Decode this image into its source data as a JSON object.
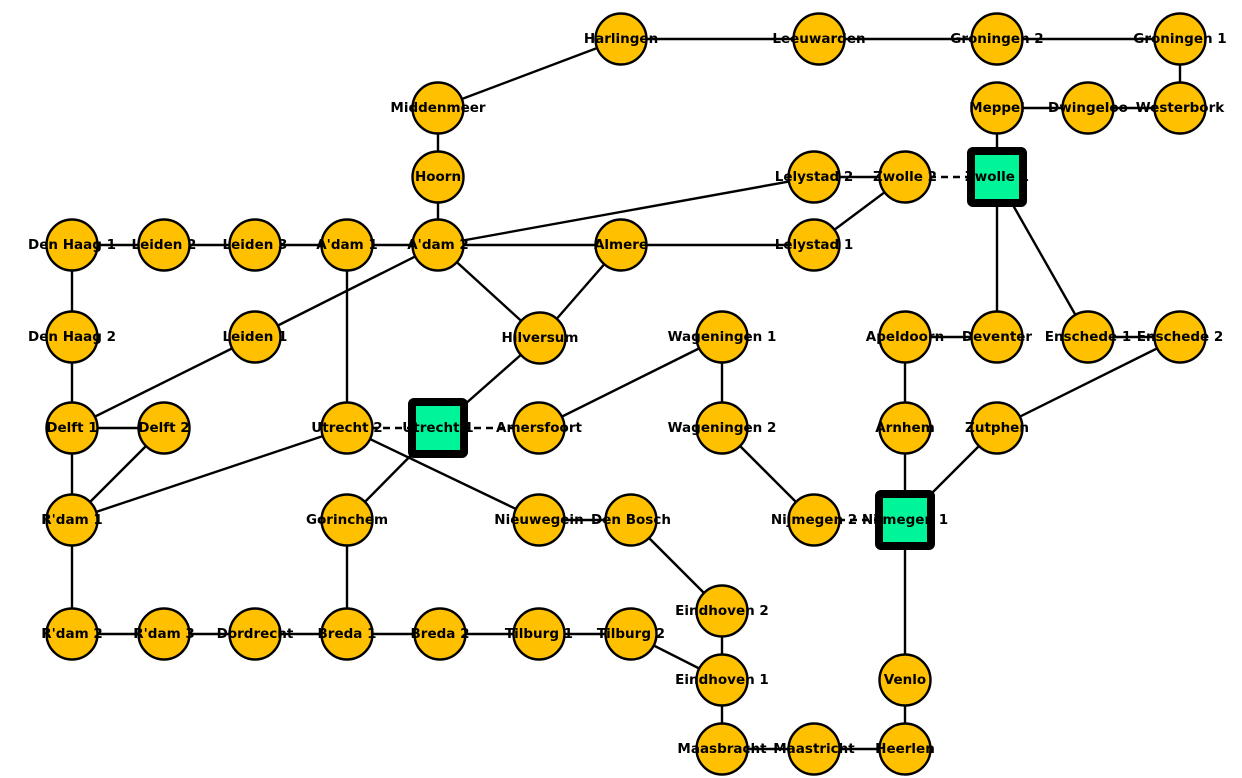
{
  "colors": {
    "station": "#ffc000",
    "hub": "#00f598",
    "line": "#000000"
  },
  "nodes": [
    {
      "id": "harlingen",
      "label": "Harlingen",
      "shape": "circle"
    },
    {
      "id": "leeuwarden",
      "label": "Leeuwarden",
      "shape": "circle"
    },
    {
      "id": "groningen2",
      "label": "Groningen 2",
      "shape": "circle"
    },
    {
      "id": "groningen1",
      "label": "Groningen 1",
      "shape": "circle"
    },
    {
      "id": "middenmeer",
      "label": "Middenmeer",
      "shape": "circle"
    },
    {
      "id": "meppel",
      "label": "Meppel",
      "shape": "circle"
    },
    {
      "id": "dwingeloo",
      "label": "Dwingeloo",
      "shape": "circle"
    },
    {
      "id": "westerbork",
      "label": "Westerbork",
      "shape": "circle"
    },
    {
      "id": "hoorn",
      "label": "Hoorn",
      "shape": "circle"
    },
    {
      "id": "lelystad2",
      "label": "Lelystad 2",
      "shape": "circle"
    },
    {
      "id": "zwolle2",
      "label": "Zwolle 2",
      "shape": "circle"
    },
    {
      "id": "zwolle1",
      "label": "Zwolle 1",
      "shape": "square"
    },
    {
      "id": "denhaag1",
      "label": "Den Haag 1",
      "shape": "circle"
    },
    {
      "id": "leiden2",
      "label": "Leiden 2",
      "shape": "circle"
    },
    {
      "id": "leiden3",
      "label": "Leiden 3",
      "shape": "circle"
    },
    {
      "id": "adam1",
      "label": "A'dam 1",
      "shape": "circle"
    },
    {
      "id": "adam2",
      "label": "A'dam 2",
      "shape": "circle"
    },
    {
      "id": "almere",
      "label": "Almere",
      "shape": "circle"
    },
    {
      "id": "lelystad1",
      "label": "Lelystad 1",
      "shape": "circle"
    },
    {
      "id": "denhaag2",
      "label": "Den Haag 2",
      "shape": "circle"
    },
    {
      "id": "leiden1",
      "label": "Leiden 1",
      "shape": "circle"
    },
    {
      "id": "hilversum",
      "label": "Hilversum",
      "shape": "circle"
    },
    {
      "id": "wageningen1",
      "label": "Wageningen 1",
      "shape": "circle"
    },
    {
      "id": "apeldoorn",
      "label": "Apeldoorn",
      "shape": "circle"
    },
    {
      "id": "deventer",
      "label": "Deventer",
      "shape": "circle"
    },
    {
      "id": "enschede1",
      "label": "Enschede 1",
      "shape": "circle"
    },
    {
      "id": "enschede2",
      "label": "Enschede 2",
      "shape": "circle"
    },
    {
      "id": "delft1",
      "label": "Delft 1",
      "shape": "circle"
    },
    {
      "id": "delft2",
      "label": "Delft 2",
      "shape": "circle"
    },
    {
      "id": "utrecht2",
      "label": "Utrecht 2",
      "shape": "circle"
    },
    {
      "id": "utrecht1",
      "label": "Utrecht 1",
      "shape": "square"
    },
    {
      "id": "amersfoort",
      "label": "Amersfoort",
      "shape": "circle"
    },
    {
      "id": "wageningen2",
      "label": "Wageningen 2",
      "shape": "circle"
    },
    {
      "id": "arnhem",
      "label": "Arnhem",
      "shape": "circle"
    },
    {
      "id": "zutphen",
      "label": "Zutphen",
      "shape": "circle"
    },
    {
      "id": "rdam1",
      "label": "R'dam 1",
      "shape": "circle"
    },
    {
      "id": "gorinchem",
      "label": "Gorinchem",
      "shape": "circle"
    },
    {
      "id": "nieuwegein",
      "label": "Nieuwegein",
      "shape": "circle"
    },
    {
      "id": "denbosch",
      "label": "Den Bosch",
      "shape": "circle"
    },
    {
      "id": "nijmegen2",
      "label": "Nijmegen 2",
      "shape": "circle"
    },
    {
      "id": "nijmegen1",
      "label": "Nijmegen 1",
      "shape": "square"
    },
    {
      "id": "eindhoven2",
      "label": "Eindhoven 2",
      "shape": "circle"
    },
    {
      "id": "rdam2",
      "label": "R'dam 2",
      "shape": "circle"
    },
    {
      "id": "rdam3",
      "label": "R'dam 3",
      "shape": "circle"
    },
    {
      "id": "dordrecht",
      "label": "Dordrecht",
      "shape": "circle"
    },
    {
      "id": "breda1",
      "label": "Breda 1",
      "shape": "circle"
    },
    {
      "id": "breda2",
      "label": "Breda 2",
      "shape": "circle"
    },
    {
      "id": "tilburg1",
      "label": "Tilburg 1",
      "shape": "circle"
    },
    {
      "id": "tilburg2",
      "label": "Tilburg 2",
      "shape": "circle"
    },
    {
      "id": "eindhoven1",
      "label": "Eindhoven 1",
      "shape": "circle"
    },
    {
      "id": "venlo",
      "label": "Venlo",
      "shape": "circle"
    },
    {
      "id": "maasbracht",
      "label": "Maasbracht",
      "shape": "circle"
    },
    {
      "id": "maastricht",
      "label": "Maastricht",
      "shape": "circle"
    },
    {
      "id": "heerlen",
      "label": "Heerlen",
      "shape": "circle"
    }
  ],
  "edges": [
    {
      "from": "harlingen",
      "to": "leeuwarden",
      "style": "solid"
    },
    {
      "from": "leeuwarden",
      "to": "groningen2",
      "style": "solid"
    },
    {
      "from": "groningen2",
      "to": "groningen1",
      "style": "solid"
    },
    {
      "from": "groningen1",
      "to": "westerbork",
      "style": "solid"
    },
    {
      "from": "harlingen",
      "to": "middenmeer",
      "style": "solid"
    },
    {
      "from": "middenmeer",
      "to": "hoorn",
      "style": "solid"
    },
    {
      "from": "hoorn",
      "to": "adam2",
      "style": "solid"
    },
    {
      "from": "meppel",
      "to": "dwingeloo",
      "style": "solid"
    },
    {
      "from": "dwingeloo",
      "to": "westerbork",
      "style": "solid"
    },
    {
      "from": "meppel",
      "to": "zwolle1",
      "style": "solid"
    },
    {
      "from": "adam2",
      "to": "lelystad2",
      "style": "solid"
    },
    {
      "from": "lelystad2",
      "to": "zwolle2",
      "style": "solid"
    },
    {
      "from": "zwolle2",
      "to": "zwolle1",
      "style": "dashed"
    },
    {
      "from": "zwolle2",
      "to": "lelystad1",
      "style": "solid"
    },
    {
      "from": "zwolle1",
      "to": "deventer",
      "style": "solid"
    },
    {
      "from": "zwolle1",
      "to": "enschede1",
      "style": "solid"
    },
    {
      "from": "denhaag1",
      "to": "leiden2",
      "style": "solid"
    },
    {
      "from": "leiden2",
      "to": "leiden3",
      "style": "solid"
    },
    {
      "from": "leiden3",
      "to": "adam1",
      "style": "solid"
    },
    {
      "from": "adam1",
      "to": "adam2",
      "style": "solid"
    },
    {
      "from": "adam2",
      "to": "almere",
      "style": "solid"
    },
    {
      "from": "almere",
      "to": "lelystad1",
      "style": "solid"
    },
    {
      "from": "denhaag1",
      "to": "denhaag2",
      "style": "solid"
    },
    {
      "from": "denhaag2",
      "to": "delft1",
      "style": "solid"
    },
    {
      "from": "adam2",
      "to": "leiden1",
      "style": "solid"
    },
    {
      "from": "leiden1",
      "to": "delft1",
      "style": "solid"
    },
    {
      "from": "adam2",
      "to": "hilversum",
      "style": "solid"
    },
    {
      "from": "almere",
      "to": "hilversum",
      "style": "solid"
    },
    {
      "from": "hilversum",
      "to": "utrecht1",
      "style": "solid"
    },
    {
      "from": "adam1",
      "to": "utrecht2",
      "style": "solid"
    },
    {
      "from": "utrecht2",
      "to": "utrecht1",
      "style": "dashed"
    },
    {
      "from": "utrecht1",
      "to": "amersfoort",
      "style": "dashed"
    },
    {
      "from": "amersfoort",
      "to": "wageningen1",
      "style": "solid"
    },
    {
      "from": "wageningen1",
      "to": "wageningen2",
      "style": "solid"
    },
    {
      "from": "wageningen2",
      "to": "nijmegen2",
      "style": "solid"
    },
    {
      "from": "nijmegen2",
      "to": "nijmegen1",
      "style": "dashed"
    },
    {
      "from": "apeldoorn",
      "to": "deventer",
      "style": "solid"
    },
    {
      "from": "apeldoorn",
      "to": "arnhem",
      "style": "solid"
    },
    {
      "from": "arnhem",
      "to": "nijmegen1",
      "style": "solid"
    },
    {
      "from": "zutphen",
      "to": "nijmegen1",
      "style": "solid"
    },
    {
      "from": "enschede1",
      "to": "enschede2",
      "style": "solid"
    },
    {
      "from": "enschede2",
      "to": "zutphen",
      "style": "solid"
    },
    {
      "from": "nijmegen1",
      "to": "venlo",
      "style": "solid"
    },
    {
      "from": "venlo",
      "to": "heerlen",
      "style": "solid"
    },
    {
      "from": "delft1",
      "to": "delft2",
      "style": "solid"
    },
    {
      "from": "delft1",
      "to": "rdam1",
      "style": "solid"
    },
    {
      "from": "delft2",
      "to": "rdam1",
      "style": "solid"
    },
    {
      "from": "utrecht2",
      "to": "rdam1",
      "style": "solid"
    },
    {
      "from": "utrecht2",
      "to": "nieuwegein",
      "style": "solid"
    },
    {
      "from": "utrecht1",
      "to": "gorinchem",
      "style": "solid"
    },
    {
      "from": "gorinchem",
      "to": "breda1",
      "style": "solid"
    },
    {
      "from": "nieuwegein",
      "to": "denbosch",
      "style": "solid"
    },
    {
      "from": "denbosch",
      "to": "eindhoven2",
      "style": "solid"
    },
    {
      "from": "eindhoven2",
      "to": "eindhoven1",
      "style": "solid"
    },
    {
      "from": "rdam1",
      "to": "rdam2",
      "style": "solid"
    },
    {
      "from": "rdam2",
      "to": "rdam3",
      "style": "solid"
    },
    {
      "from": "rdam3",
      "to": "dordrecht",
      "style": "solid"
    },
    {
      "from": "dordrecht",
      "to": "breda1",
      "style": "solid"
    },
    {
      "from": "breda1",
      "to": "breda2",
      "style": "solid"
    },
    {
      "from": "breda2",
      "to": "tilburg1",
      "style": "solid"
    },
    {
      "from": "tilburg1",
      "to": "tilburg2",
      "style": "solid"
    },
    {
      "from": "tilburg2",
      "to": "eindhoven1",
      "style": "solid"
    },
    {
      "from": "eindhoven1",
      "to": "maasbracht",
      "style": "solid"
    },
    {
      "from": "maasbracht",
      "to": "maastricht",
      "style": "solid"
    },
    {
      "from": "maastricht",
      "to": "heerlen",
      "style": "solid"
    }
  ]
}
